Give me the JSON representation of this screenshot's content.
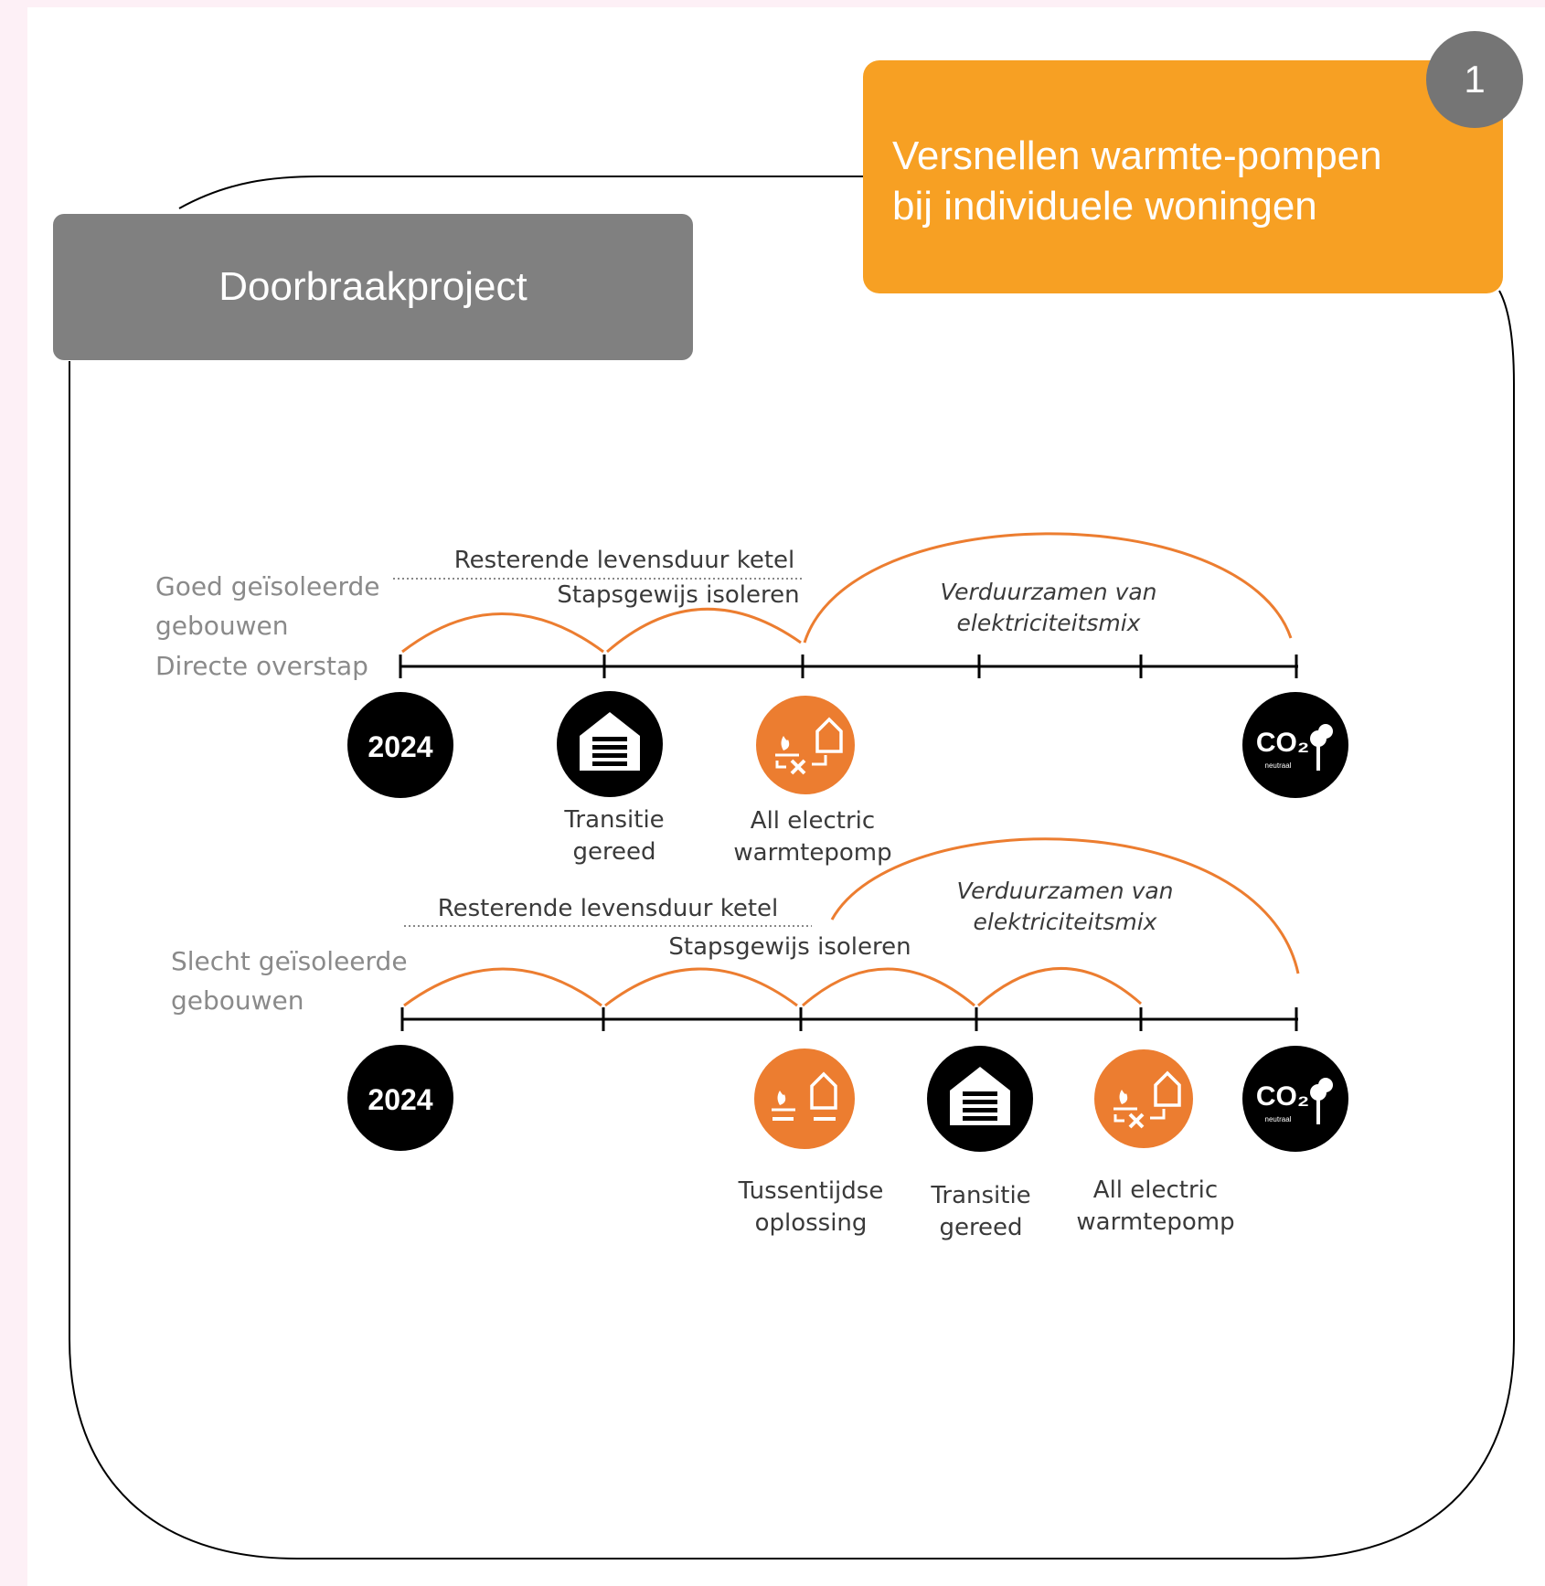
{
  "colors": {
    "accent_orange": "#f7a023",
    "arc_orange": "#ec7d30",
    "box_grey": "#808080",
    "badge_grey": "#757575",
    "black": "#000000"
  },
  "header": {
    "project_label": "Doorbraakproject",
    "title_line1": "Versnellen warmte-pompen",
    "title_line2": "bij individuele woningen",
    "badge_number": "1"
  },
  "timeline_top": {
    "group_label_line1": "Goed geïsoleerde",
    "group_label_line2": "gebouwen",
    "sub_label": "Directe overstap",
    "span_remaining": "Resterende levensduur ketel",
    "span_insulate": "Stapsgewijs isoleren",
    "span_electricity_line1": "Verduurzamen van",
    "span_electricity_line2": "elektriciteitsmix",
    "milestones": {
      "start_year": "2024",
      "transition_line1": "Transitie",
      "transition_line2": "gereed",
      "heatpump_line1": "All electric",
      "heatpump_line2": "warmtepomp",
      "end_co2": "CO₂",
      "end_co2_sub": "neutraal"
    },
    "icons": [
      "year-2024-icon",
      "house-insulation-icon",
      "heat-pump-icon",
      "co2-neutral-icon"
    ]
  },
  "timeline_bottom": {
    "group_label_line1": "Slecht geïsoleerde",
    "group_label_line2": "gebouwen",
    "span_remaining": "Resterende levensduur ketel",
    "span_insulate": "Stapsgewijs isoleren",
    "span_electricity_line1": "Verduurzamen van",
    "span_electricity_line2": "elektriciteitsmix",
    "milestones": {
      "start_year": "2024",
      "interim_line1": "Tussentijdse",
      "interim_line2": "oplossing",
      "transition_line1": "Transitie",
      "transition_line2": "gereed",
      "heatpump_line1": "All electric",
      "heatpump_line2": "warmtepomp",
      "end_co2": "CO₂",
      "end_co2_sub": "neutraal"
    },
    "icons": [
      "year-2024-icon",
      "hybrid-heat-pump-icon",
      "house-insulation-icon",
      "heat-pump-icon",
      "co2-neutral-icon"
    ]
  }
}
